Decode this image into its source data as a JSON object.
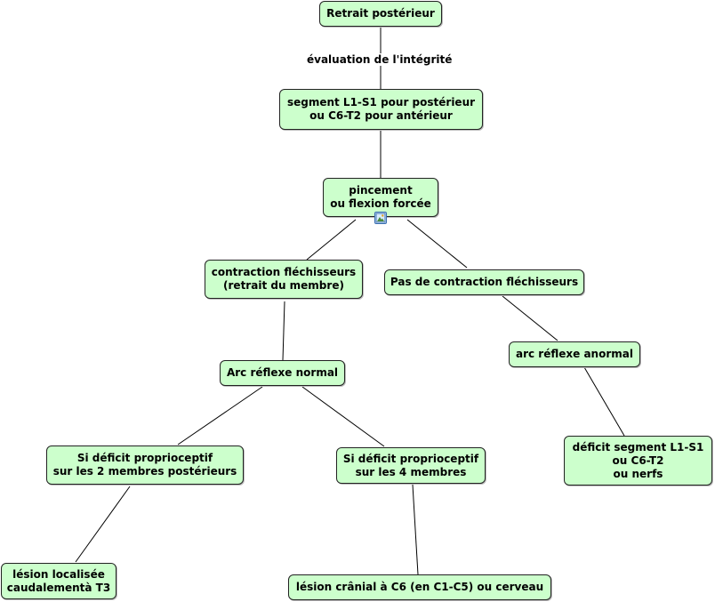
{
  "nodes": {
    "retrait": "Retrait postérieur",
    "segment": "segment L1-S1 pour postérieur\nou C6-T2 pour antérieur",
    "pincement": "pincement\nou flexion forcée",
    "contraction": "contraction fléchisseurs\n(retrait du membre)",
    "pas_contraction": "Pas de contraction fléchisseurs",
    "arc_normal": "Arc réflexe normal",
    "arc_anormal": "arc réflexe anormal",
    "deficit_2": "Si déficit proprioceptif\nsur les 2 membres postérieurs",
    "deficit_4": "Si déficit proprioceptif\nsur les 4 membres",
    "deficit_segment": "déficit segment L1-S1\nou C6-T2\nou nerfs",
    "lesion_t3": "lésion localisée\ncaudalementà T3",
    "lesion_c6": "lésion crânial à C6 (en C1-C5) ou cerveau"
  },
  "edge_labels": {
    "evaluation": "évaluation de l'intégrité"
  },
  "colors": {
    "node_fill": "#ccffcc",
    "node_border": "#222222",
    "line": "#000000"
  },
  "icons": {
    "attachment": "image-attachment-icon"
  }
}
